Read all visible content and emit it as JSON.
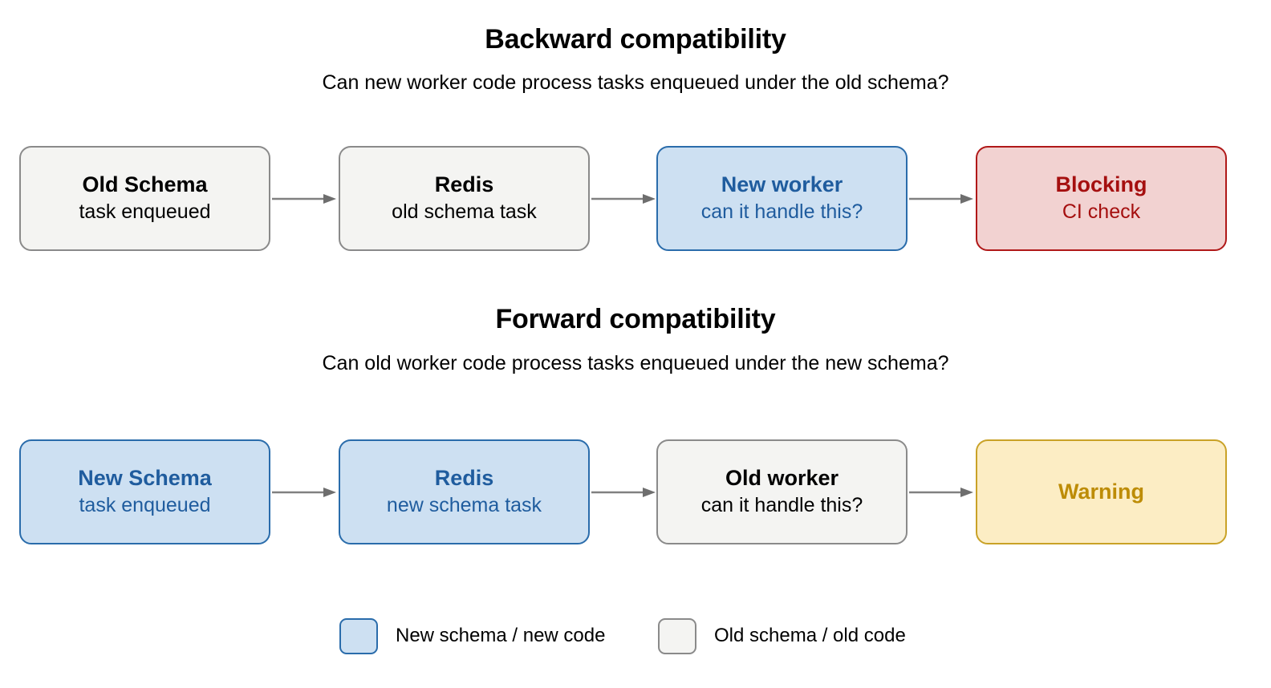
{
  "sections": [
    {
      "id": "backward",
      "title": "Backward compatibility",
      "subtitle": "Can new worker code process tasks enqueued under the old schema?",
      "nodes": [
        {
          "title": "Old Schema",
          "sub": "task enqueued",
          "variant": "gray"
        },
        {
          "title": "Redis",
          "sub": "old schema task",
          "variant": "gray"
        },
        {
          "title": "New worker",
          "sub": "can it handle this?",
          "variant": "blue"
        },
        {
          "title": "Blocking",
          "sub": "CI check",
          "variant": "red"
        }
      ]
    },
    {
      "id": "forward",
      "title": "Forward compatibility",
      "subtitle": "Can old worker code process tasks enqueued under the new schema?",
      "nodes": [
        {
          "title": "New Schema",
          "sub": "task enqueued",
          "variant": "blue"
        },
        {
          "title": "Redis",
          "sub": "new schema task",
          "variant": "blue"
        },
        {
          "title": "Old worker",
          "sub": "can it handle this?",
          "variant": "gray"
        },
        {
          "title": "Warning",
          "sub": "",
          "variant": "yellow"
        }
      ]
    }
  ],
  "legend": {
    "items": [
      {
        "label": "New schema / new code",
        "swatch": "blue"
      },
      {
        "label": "Old schema / old code",
        "swatch": "gray"
      }
    ]
  },
  "colors": {
    "gray_fill": "#f4f4f2",
    "gray_border": "#8a8a8a",
    "blue_fill": "#cde0f2",
    "blue_border": "#2a6cab",
    "blue_text": "#1f5c9e",
    "red_fill": "#f2d2d1",
    "red_border": "#b01818",
    "red_text": "#a50f0f",
    "yellow_fill": "#fcedc4",
    "yellow_border": "#c9a227",
    "yellow_text": "#bd8c06",
    "arrow": "#808080",
    "background": "#ffffff"
  },
  "icons": {
    "arrow": "arrow-right-icon"
  }
}
